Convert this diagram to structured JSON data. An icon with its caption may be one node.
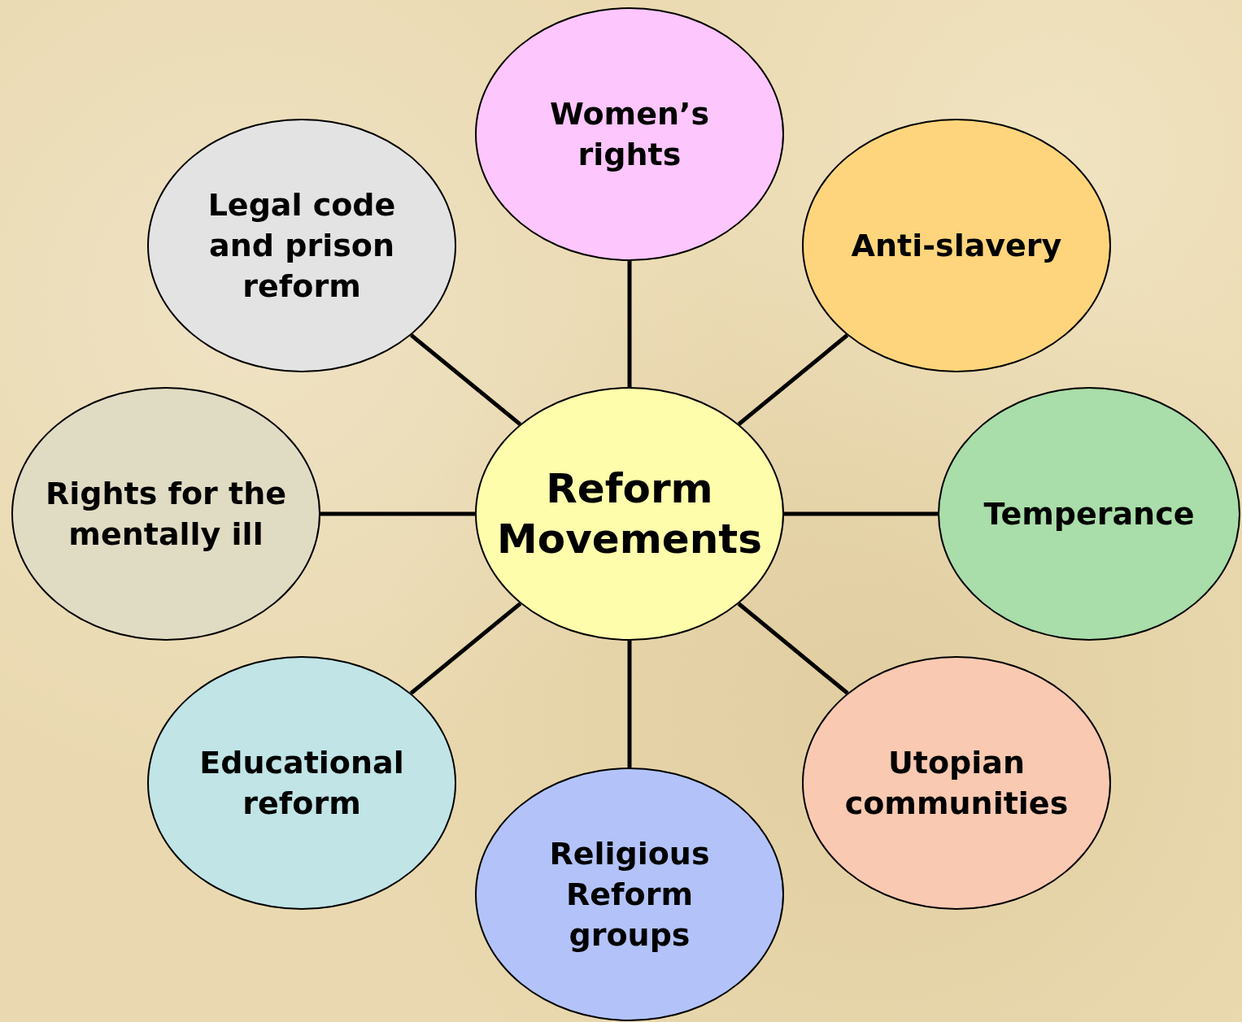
{
  "diagram": {
    "nodes": [
      {
        "text": [
          "Women’s rights"
        ]
      },
      {
        "text": [
          "Legal code and prison reform"
        ]
      },
      {
        "text": [
          "Anti-slavery"
        ]
      },
      {
        "text": [
          "Rights for the mentally ill"
        ]
      },
      {
        "text": [
          "Reform Movements"
        ]
      },
      {
        "text": [
          "Temperance"
        ]
      },
      {
        "text": [
          "Educational reform"
        ]
      },
      {
        "text": [
          "Utopian communities"
        ]
      },
      {
        "text": [
          "Religious Reform groups"
        ]
      }
    ],
    "edges": [
      {
        "from": 4,
        "to": 0,
        "arrow": "none"
      },
      {
        "from": 4,
        "to": 1,
        "arrow": "none"
      },
      {
        "from": 4,
        "to": 2,
        "arrow": "none"
      },
      {
        "from": 4,
        "to": 3,
        "arrow": "none"
      },
      {
        "from": 4,
        "to": 5,
        "arrow": "none"
      },
      {
        "from": 4,
        "to": 6,
        "arrow": "none"
      },
      {
        "from": 4,
        "to": 7,
        "arrow": "none"
      },
      {
        "from": 4,
        "to": 8,
        "arrow": "none"
      }
    ]
  }
}
